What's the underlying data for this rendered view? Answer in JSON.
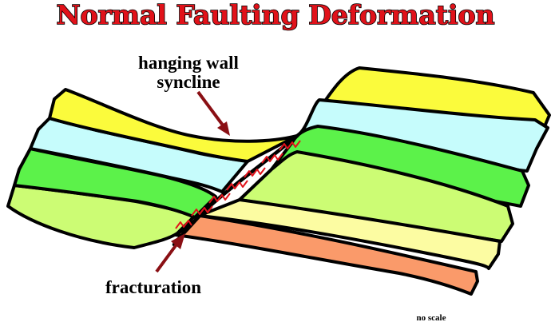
{
  "title": "Normal Faulting Deformation",
  "labels": {
    "hanging_wall_line1": "hanging wall",
    "hanging_wall_line2": "syncline",
    "fracturation": "fracturation",
    "scale_note": "no scale"
  },
  "colors": {
    "title_fill": "#e1121a",
    "arrow": "#8a0f14",
    "fracture": "#e1121a",
    "outline": "#000000",
    "yellow": "#fbfb3c",
    "light_cyan": "#c6fcfc",
    "bright_green": "#5cf24a",
    "light_green": "#ccfc74",
    "pale_yellow": "#fcfca2",
    "salmon": "#fa9a6a"
  },
  "layers": [
    {
      "name": "yellow",
      "color": "#fbfb3c"
    },
    {
      "name": "light cyan",
      "color": "#c6fcfc"
    },
    {
      "name": "bright green",
      "color": "#5cf24a"
    },
    {
      "name": "light green",
      "color": "#ccfc74"
    },
    {
      "name": "pale yellow",
      "color": "#fcfca2"
    },
    {
      "name": "salmon",
      "color": "#fa9a6a"
    }
  ]
}
